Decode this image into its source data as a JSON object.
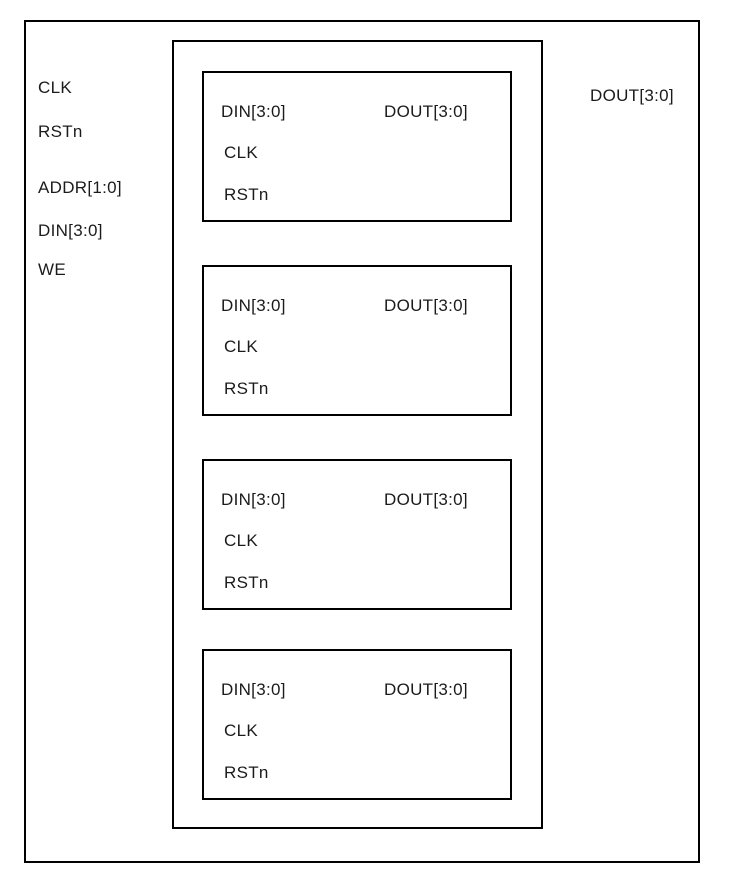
{
  "colors": {
    "line": "#000000",
    "text": "#1b1b1b",
    "background": "#ffffff"
  },
  "module": {
    "input_ports": [
      "CLK",
      "RSTn",
      "ADDR[1:0]",
      "DIN[3:0]",
      "WE"
    ],
    "output_port": "DOUT[3:0]"
  },
  "register_bank": {
    "registers": [
      {
        "inputs": [
          "DIN[3:0]",
          "CLK",
          "RSTn"
        ],
        "output": "DOUT[3:0]"
      },
      {
        "inputs": [
          "DIN[3:0]",
          "CLK",
          "RSTn"
        ],
        "output": "DOUT[3:0]"
      },
      {
        "inputs": [
          "DIN[3:0]",
          "CLK",
          "RSTn"
        ],
        "output": "DOUT[3:0]"
      },
      {
        "inputs": [
          "DIN[3:0]",
          "CLK",
          "RSTn"
        ],
        "output": "DOUT[3:0]"
      }
    ]
  }
}
